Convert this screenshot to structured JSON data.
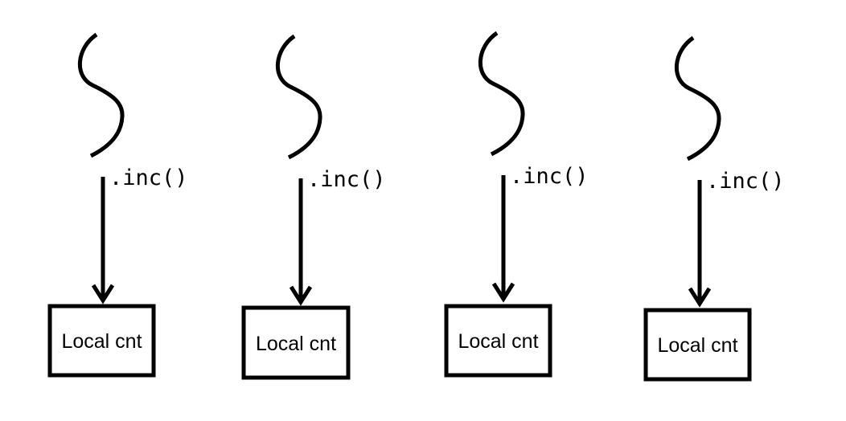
{
  "diagram": {
    "threads": [
      {
        "call_label": ".inc()",
        "counter_label": "Local cnt"
      },
      {
        "call_label": ".inc()",
        "counter_label": "Local cnt"
      },
      {
        "call_label": ".inc()",
        "counter_label": "Local cnt"
      },
      {
        "call_label": ".inc()",
        "counter_label": "Local cnt"
      }
    ]
  }
}
